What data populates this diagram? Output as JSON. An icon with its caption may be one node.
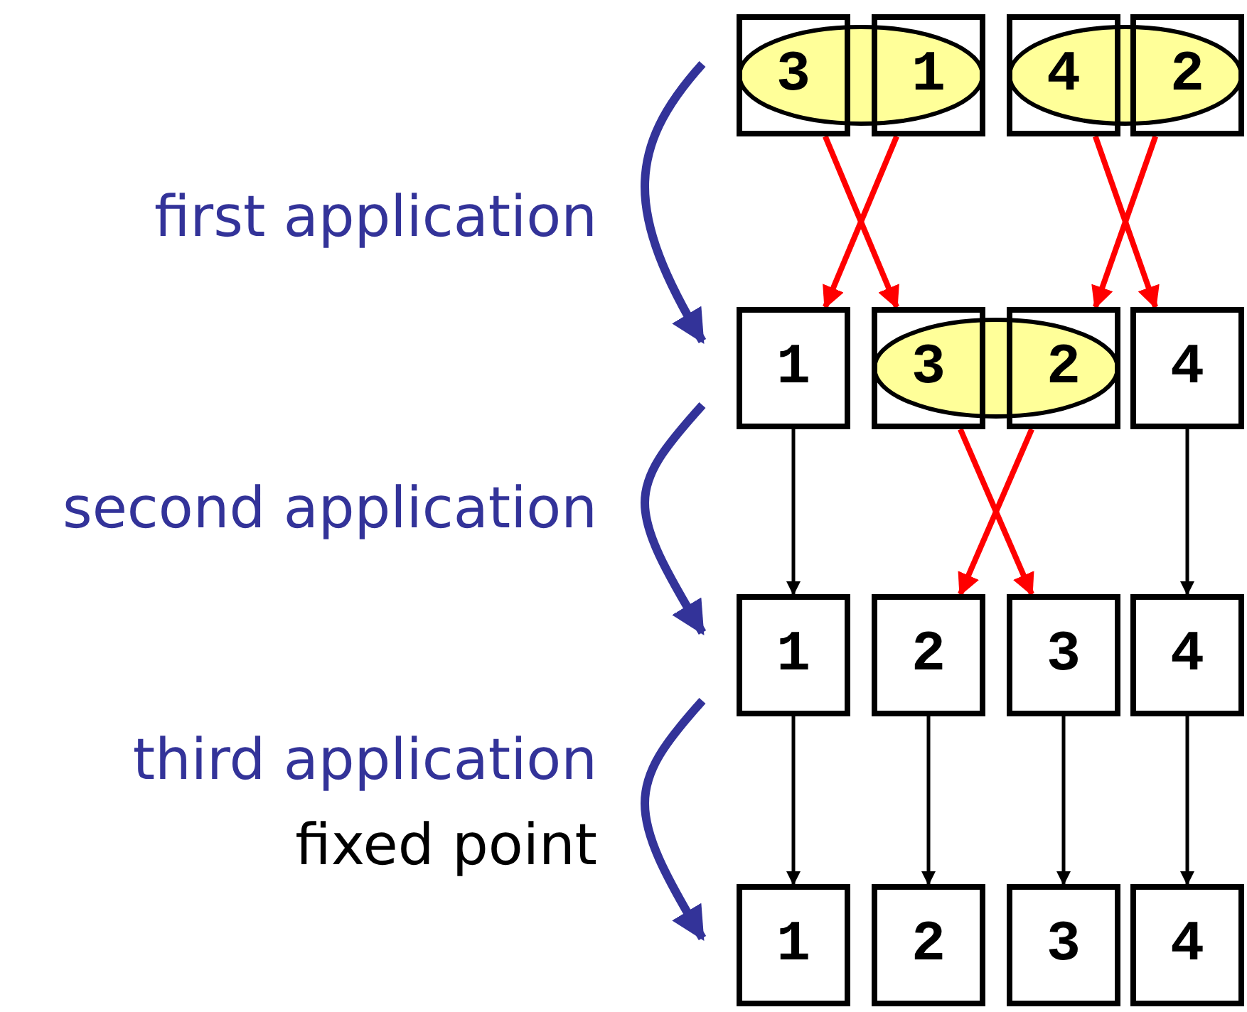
{
  "diagram": {
    "nodes": [
      {
        "text": [
          "3"
        ]
      },
      {
        "text": [
          "1"
        ]
      },
      {
        "text": [
          "4"
        ]
      },
      {
        "text": [
          "2"
        ]
      },
      {
        "text": [
          "1"
        ]
      },
      {
        "text": [
          "3"
        ]
      },
      {
        "text": [
          "2"
        ]
      },
      {
        "text": [
          "4"
        ]
      },
      {
        "text": [
          "1"
        ]
      },
      {
        "text": [
          "2"
        ]
      },
      {
        "text": [
          "3"
        ]
      },
      {
        "text": [
          "4"
        ]
      },
      {
        "text": [
          "1"
        ]
      },
      {
        "text": [
          "2"
        ]
      },
      {
        "text": [
          "3"
        ]
      },
      {
        "text": [
          "4"
        ]
      }
    ],
    "edges": [
      {
        "from": 0,
        "to": 5,
        "arrow": "to",
        "color": "#ff0000"
      },
      {
        "from": 1,
        "to": 4,
        "arrow": "to",
        "color": "#ff0000"
      },
      {
        "from": 2,
        "to": 7,
        "arrow": "to",
        "color": "#ff0000"
      },
      {
        "from": 3,
        "to": 6,
        "arrow": "to",
        "color": "#ff0000"
      },
      {
        "from": 4,
        "to": 8,
        "arrow": "to",
        "color": "#000000"
      },
      {
        "from": 5,
        "to": 10,
        "arrow": "to",
        "color": "#ff0000"
      },
      {
        "from": 6,
        "to": 9,
        "arrow": "to",
        "color": "#ff0000"
      },
      {
        "from": 7,
        "to": 11,
        "arrow": "to",
        "color": "#000000"
      },
      {
        "from": 8,
        "to": 12,
        "arrow": "to",
        "color": "#000000"
      },
      {
        "from": 9,
        "to": 13,
        "arrow": "to",
        "color": "#000000"
      },
      {
        "from": 10,
        "to": 14,
        "arrow": "to",
        "color": "#000000"
      },
      {
        "from": 11,
        "to": 15,
        "arrow": "to",
        "color": "#000000"
      }
    ],
    "labels": [
      "first application",
      "second application",
      "third application",
      "fixed point"
    ]
  }
}
